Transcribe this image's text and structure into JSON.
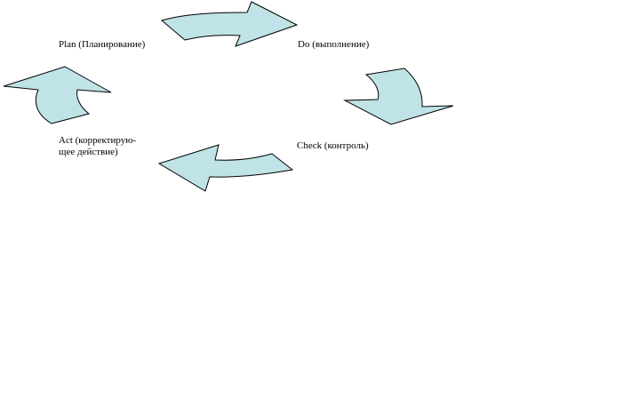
{
  "colors": {
    "arrow_fill": "#bfe3e6",
    "arrow_stroke": "#000000",
    "text": "#000000",
    "background": "#ffffff"
  },
  "cycle": {
    "plan": {
      "label": "Plan (Планирование)"
    },
    "do": {
      "label": "Do (выполнение)"
    },
    "check": {
      "label": "Check (контроль)"
    },
    "act": {
      "line1": "Act (корректирую-",
      "line2": "щее действие)"
    }
  }
}
